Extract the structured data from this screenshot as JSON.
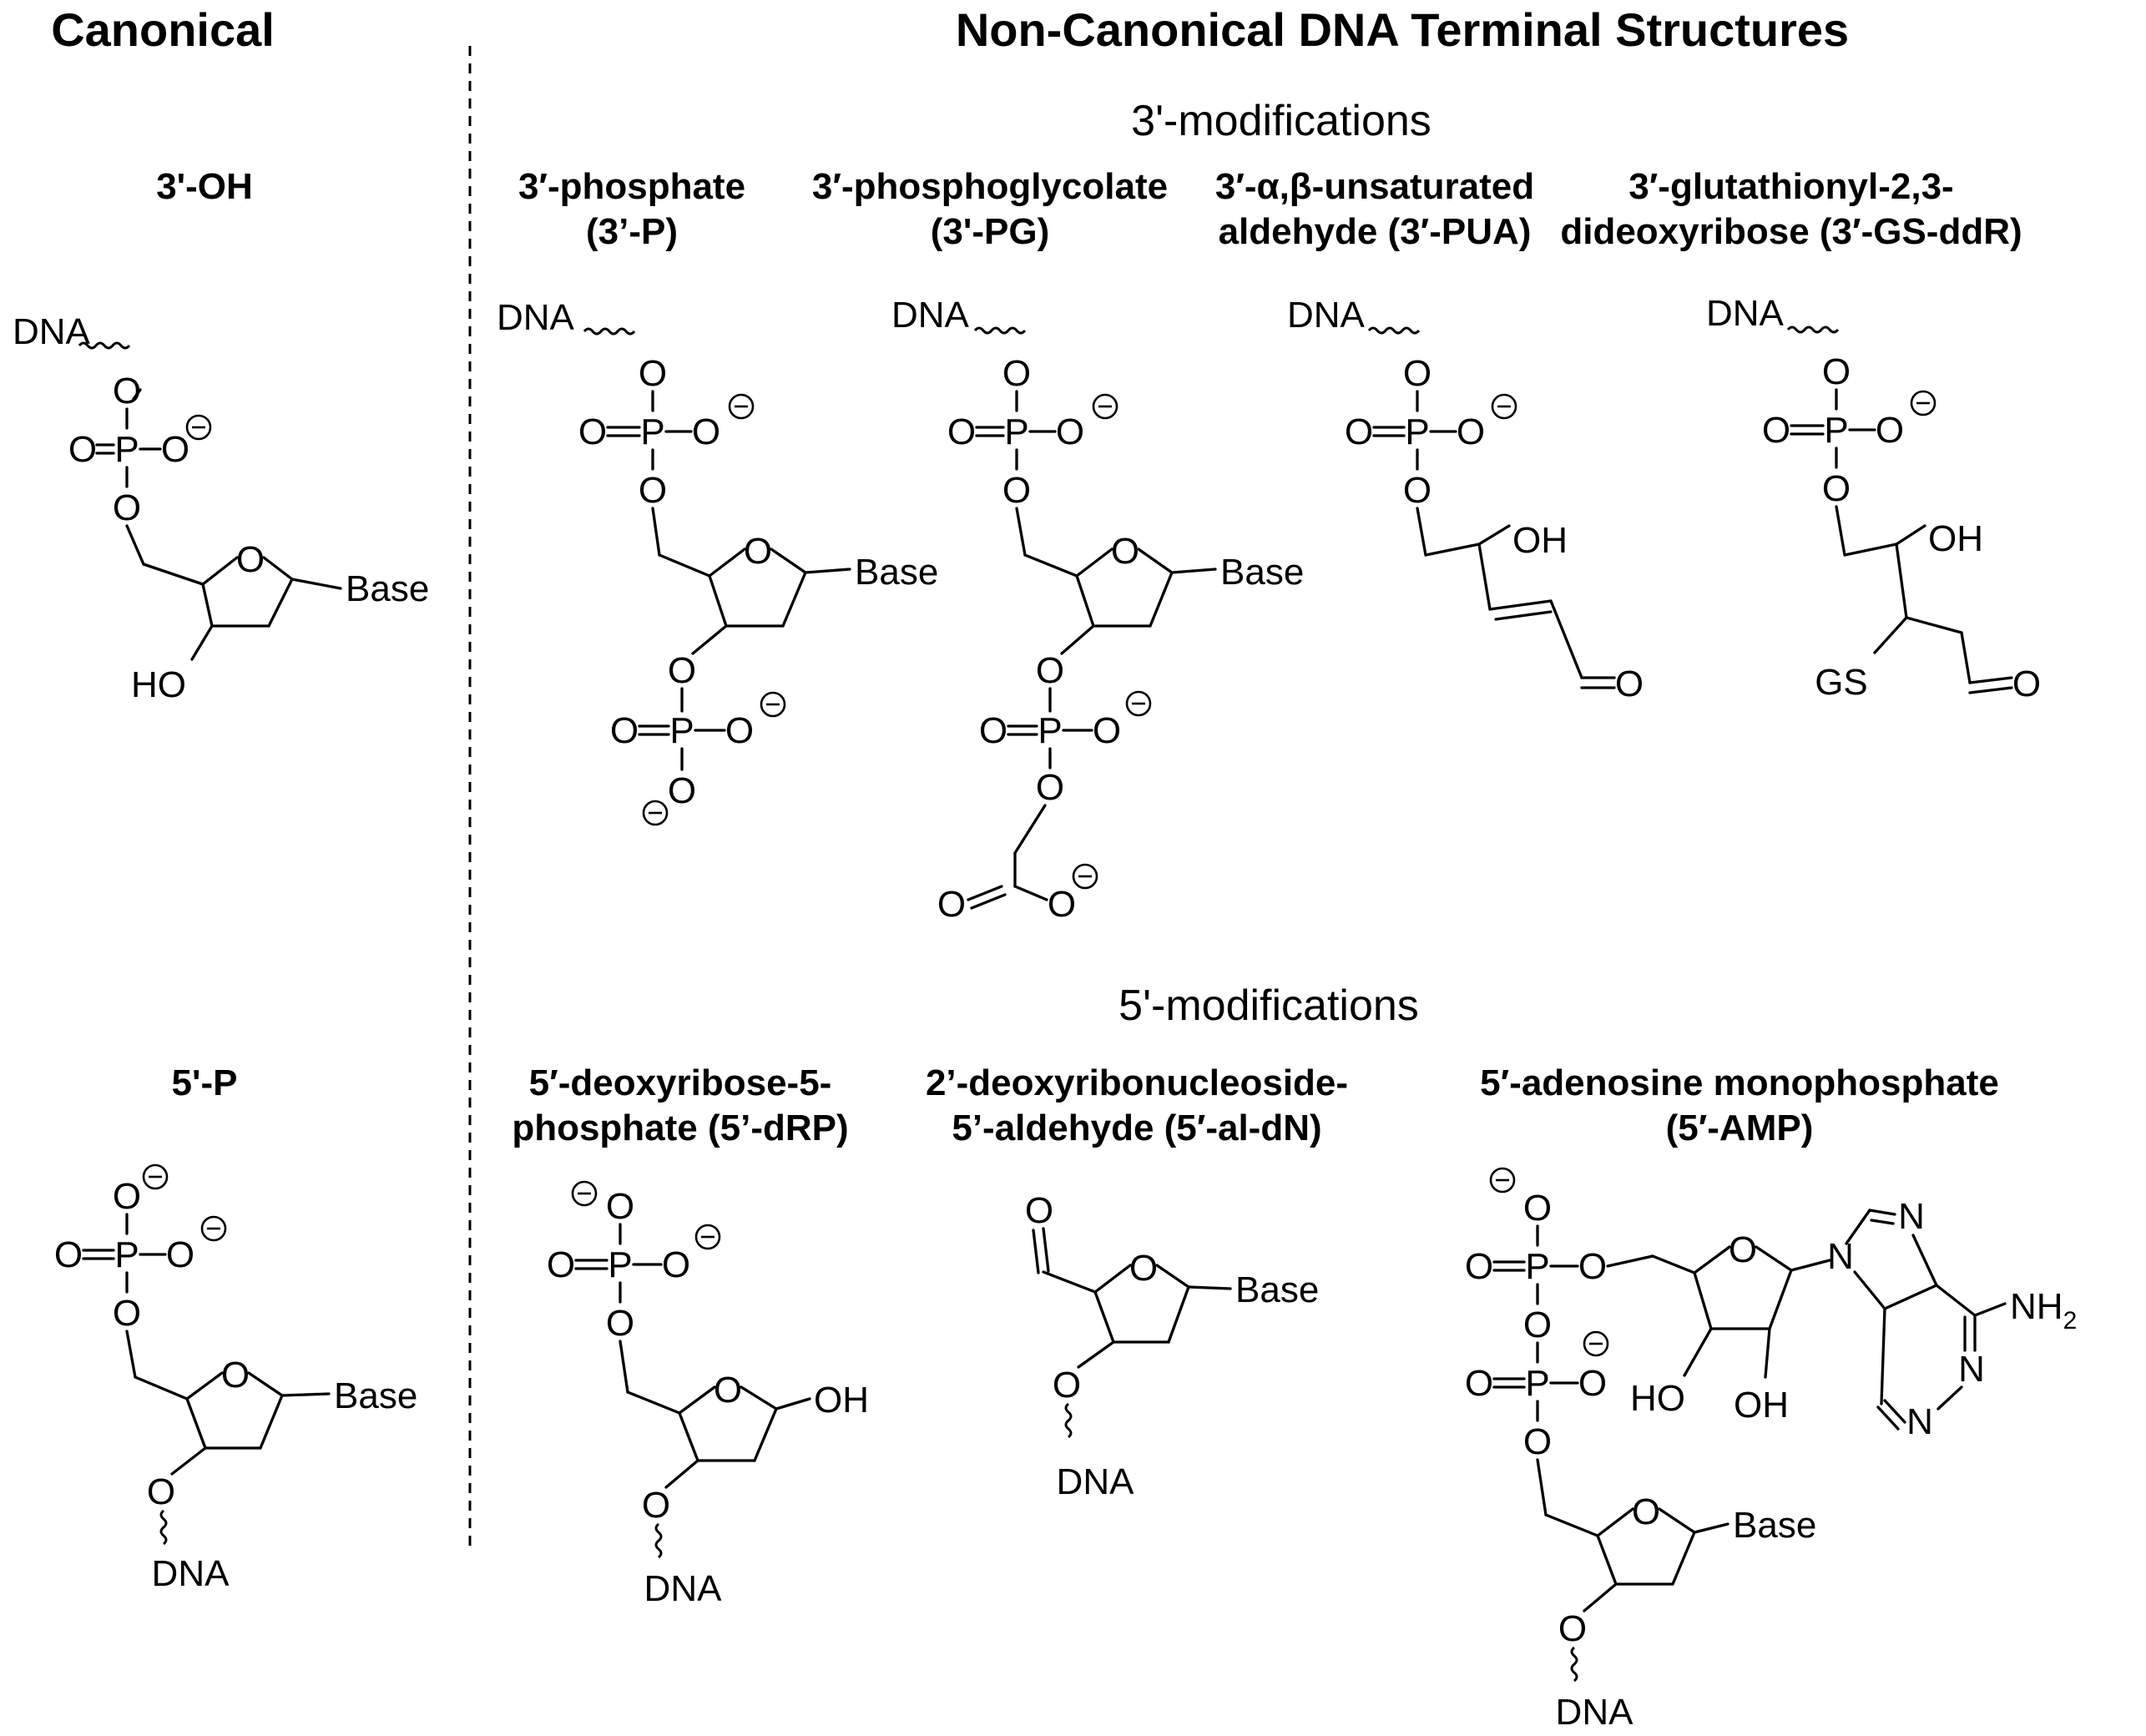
{
  "headers": {
    "canonical": "Canonical",
    "non_canonical": "Non-Canonical DNA Terminal Structures",
    "three_prime_section": "3'-modifications",
    "five_prime_section": "5'-modifications"
  },
  "structures": {
    "three_oh": {
      "label": [
        "3'-OH"
      ]
    },
    "three_p": {
      "label": [
        "3′-phosphate",
        "(3’-P)"
      ]
    },
    "three_pg": {
      "label": [
        "3′-phosphoglycolate",
        "(3'-PG)"
      ]
    },
    "three_pua": {
      "label": [
        "3′-α,β-unsaturated",
        "aldehyde (3′-PUA)"
      ]
    },
    "three_gs": {
      "label": [
        "3′-glutathionyl-2,3-",
        "dideoxyribose (3′-GS-ddR)"
      ]
    },
    "five_p": {
      "label": [
        "5'-P"
      ]
    },
    "five_drp": {
      "label": [
        "5′-deoxyribose-5-",
        "phosphate (5’-dRP)"
      ]
    },
    "five_al": {
      "label": [
        "2’-deoxyribonucleoside-",
        "5’-aldehyde (5′-al-dN)"
      ]
    },
    "five_amp": {
      "label": [
        "5′-adenosine monophosphate",
        "(5′-AMP)"
      ]
    }
  },
  "atoms": {
    "dna": "DNA",
    "base": "Base",
    "o": "O",
    "p": "P",
    "oh": "OH",
    "ho": "HO",
    "gs": "GS",
    "n": "N",
    "nh2": "NH",
    "sub2": "2"
  }
}
